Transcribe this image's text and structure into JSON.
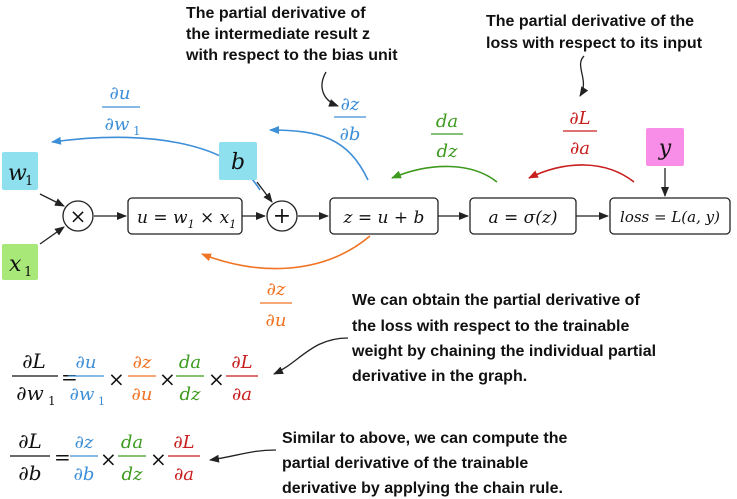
{
  "colors": {
    "blue": "#3d8fd8",
    "orange": "#f07424",
    "green": "#3d9a1f",
    "red": "#c81e1e",
    "cyan_fill": "#8ee0ee",
    "green_fill": "#a8e878",
    "pink_fill": "#f98ee8",
    "ink": "#111111"
  },
  "annotations": {
    "top_left": [
      "The partial derivative of",
      "the intermediate result z",
      "with respect to the bias unit"
    ],
    "top_right": [
      "The partial derivative of the",
      "loss with respect to its input"
    ],
    "middle_right": [
      "We can obtain the partial derivative of",
      "the loss with respect to the trainable",
      "weight by chaining the individual partial",
      "derivative in the graph."
    ],
    "bottom_right": [
      "Similar to above, we can compute the",
      "partial derivative of the trainable",
      "derivative by applying the chain rule."
    ]
  },
  "nodes": {
    "w1": {
      "base": "w",
      "sub": "1"
    },
    "x1": {
      "base": "x",
      "sub": "1"
    },
    "b": "b",
    "y": "y",
    "multiply": "×",
    "plus": "+",
    "u_box": {
      "lhs": "u = w",
      "sub": "1",
      "mid": " × x",
      "sub2": "1"
    },
    "z_box": "z = u + b",
    "a_box": "a = σ(z)",
    "loss_box": "loss = L(a, y)"
  },
  "derivatives": {
    "du_dw1": {
      "num": "∂u",
      "den": "∂w",
      "den_sub": "1"
    },
    "dz_db": {
      "num": "∂z",
      "den": "∂b"
    },
    "da_dz": {
      "num": "da",
      "den": "dz"
    },
    "dL_da": {
      "num": "∂L",
      "den": "∂a"
    },
    "dz_du": {
      "num": "∂z",
      "den": "∂u"
    }
  },
  "equations": {
    "eq1": {
      "lhs": {
        "num": "∂L",
        "den": "∂w",
        "den_sub": "1"
      },
      "equals": "=",
      "times": "×",
      "terms": [
        {
          "num": "∂u",
          "den": "∂w",
          "den_sub": "1"
        },
        {
          "num": "∂z",
          "den": "∂u"
        },
        {
          "num": "da",
          "den": "dz"
        },
        {
          "num": "∂L",
          "den": "∂a"
        }
      ]
    },
    "eq2": {
      "lhs": {
        "num": "∂L",
        "den": "∂b"
      },
      "equals": "=",
      "times": "×",
      "terms": [
        {
          "num": "∂z",
          "den": "∂b"
        },
        {
          "num": "da",
          "den": "dz"
        },
        {
          "num": "∂L",
          "den": "∂a"
        }
      ]
    }
  }
}
